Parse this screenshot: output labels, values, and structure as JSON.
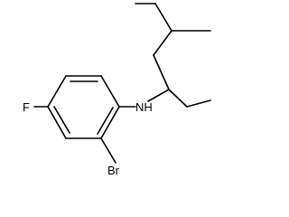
{
  "molecule": {
    "atoms": {
      "fluorine": "F",
      "amine": "NH",
      "bromine": "Br"
    }
  },
  "colors": {
    "bond": "#000000",
    "label": "#000000",
    "background": "#ffffff"
  }
}
